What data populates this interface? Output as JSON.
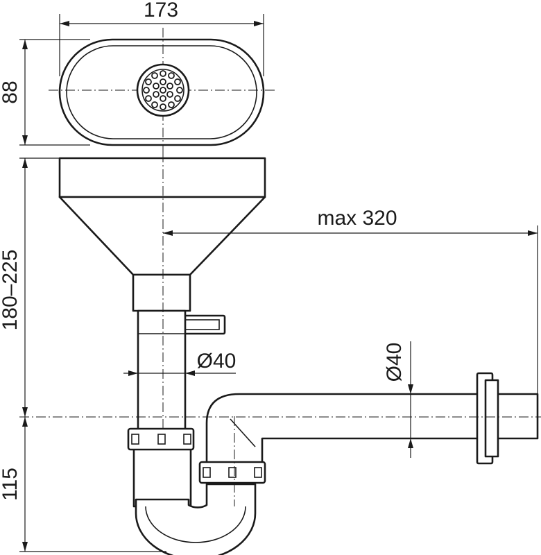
{
  "dimensions": {
    "width": "173",
    "height": "88",
    "funnel_height": "180–225",
    "trap_height": "115",
    "reach": "max 320",
    "diameter_vertical": "Ø40",
    "diameter_outlet": "Ø40"
  }
}
